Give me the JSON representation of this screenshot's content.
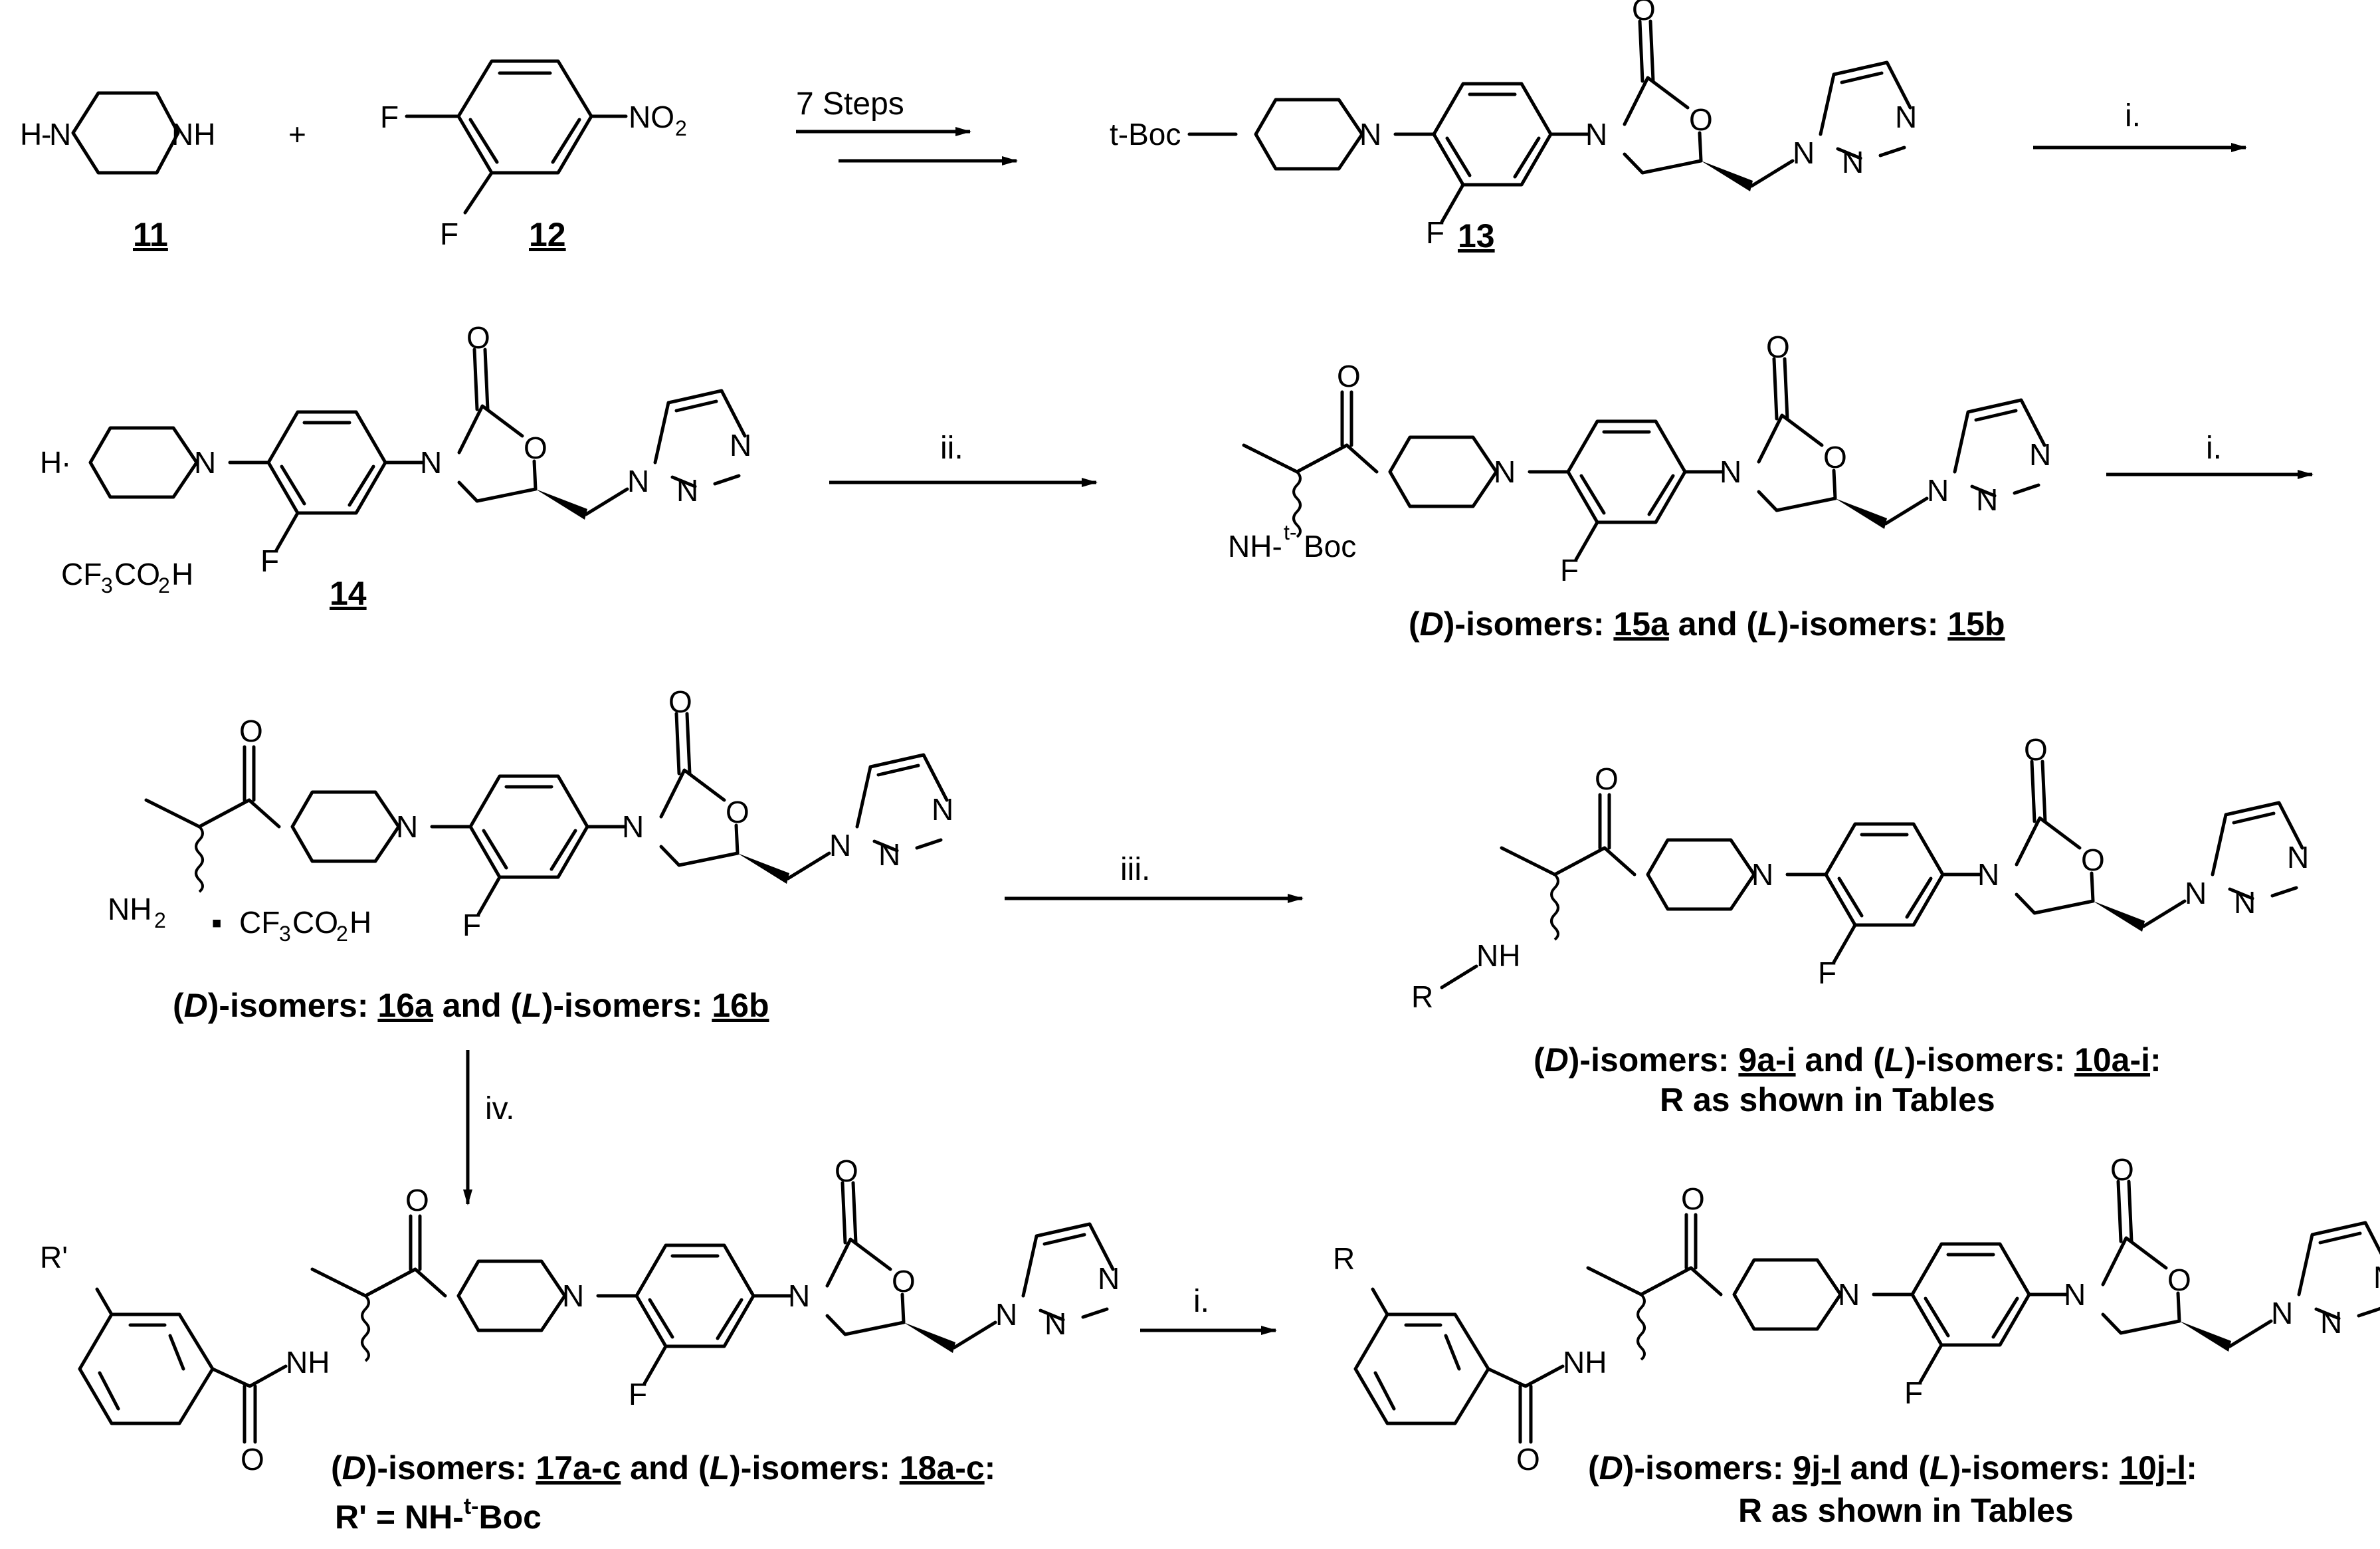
{
  "compounds": {
    "c11": "11",
    "c12": "12",
    "c13": "13",
    "c14": "14"
  },
  "atoms": {
    "h_n": "H",
    "n": "N",
    "nh": "NH",
    "f": "F",
    "o": "O",
    "no2": "NO",
    "no2_sub": "2",
    "tboc": "t-Boc",
    "plus": "+",
    "tfa_cf": "CF",
    "tfa_3": "3",
    "tfa_co": "CO",
    "tfa_2": "2",
    "tfa_h": "H",
    "nh_boc_prefix": "NH-",
    "nh_boc_sup": "t-",
    "nh_boc_suffix": "Boc",
    "nh2": "NH",
    "nh2_sub": "2",
    "dot": "▪",
    "r": "R",
    "r_prime": "R'"
  },
  "conditions": {
    "seven_steps": "7 Steps",
    "i": "i.",
    "ii": "ii.",
    "iii": "iii.",
    "iv": "iv."
  },
  "captions": {
    "c15": {
      "p1": "(",
      "d": "D",
      "p2": ")-isomers: ",
      "a": "15a",
      "mid": " and (",
      "l": "L",
      "p3": ")-isomers: ",
      "b": "15b",
      "end": ""
    },
    "c16": {
      "p1": "(",
      "d": "D",
      "p2": ")-isomers: ",
      "a": "16a",
      "mid": " and (",
      "l": "L",
      "p3": ")-isomers: ",
      "b": "16b",
      "end": ""
    },
    "c910ai": {
      "p1": "(",
      "d": "D",
      "p2": ")-isomers: ",
      "a": "9a-i",
      "mid": " and (",
      "l": "L",
      "p3": ")-isomers: ",
      "b": "10a-i",
      "end": ":",
      "line2": "R as shown in Tables"
    },
    "c1718": {
      "p1": "(",
      "d": "D",
      "p2": ")-isomers: ",
      "a": "17a-c",
      "mid": " and (",
      "l": "L",
      "p3": ")-isomers: ",
      "b": "18a-c",
      "end": ":",
      "line2_prefix": "R' = NH-",
      "line2_sup": "t-",
      "line2_suffix": "Boc"
    },
    "c910jl": {
      "p1": "(",
      "d": "D",
      "p2": ")-isomers: ",
      "a": "9j-l",
      "mid": " and (",
      "l": "L",
      "p3": ")-isomers: ",
      "b": "10j-l",
      "end": ":",
      "line2": "R as shown in Tables"
    }
  }
}
